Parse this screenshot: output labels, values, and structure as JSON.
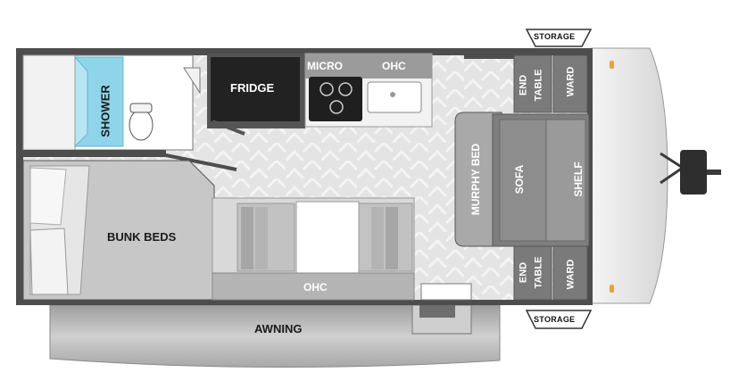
{
  "labels": {
    "storage_top": "STORAGE",
    "storage_bottom": "STORAGE",
    "fridge": "FRIDGE",
    "micro": "MICRO",
    "ohc_kitchen": "OHC",
    "ohc_dinette": "OHC",
    "shower": "SHOWER",
    "bunk_beds": "BUNK BEDS",
    "murphy_bed": "MURPHY BED",
    "sofa": "SOFA",
    "shelf": "SHELF",
    "end_table_top_1": "END",
    "end_table_top_2": "TABLE",
    "end_table_bottom_1": "END",
    "end_table_bottom_2": "TABLE",
    "ward_top": "WARD",
    "ward_bottom": "WARD",
    "awning": "AWNING"
  },
  "colors": {
    "wall": "#4d4d4d",
    "floor": "#e3e3e3",
    "cabinet": "#8c8c8c",
    "fridge": "#2b2b2b",
    "shower": "#8fd4e8",
    "awning": "#bdbdbd",
    "nose": "#eeeeee"
  }
}
